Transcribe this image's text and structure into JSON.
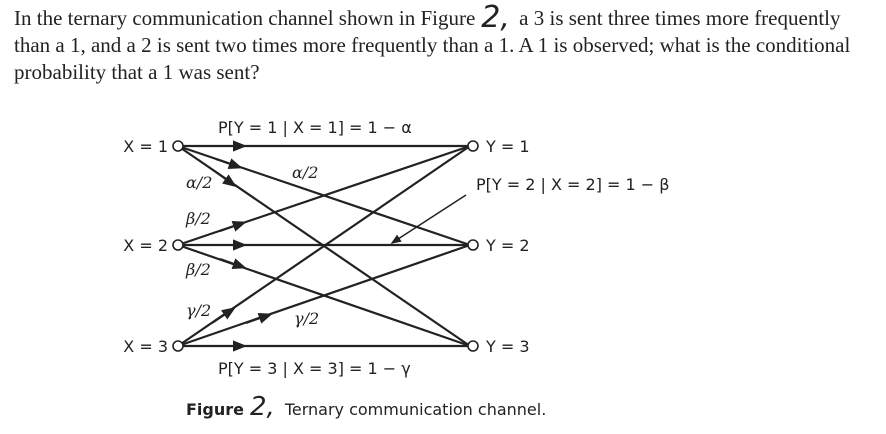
{
  "problem": {
    "part1": "In the ternary communication channel shown in Figure",
    "fig_num": "2,",
    "part2": "a 3 is sent three times more frequently than a 1, and a 2 is sent two times more frequently than a 1. A 1 is observed; what is the conditional probability that a 1 was sent?"
  },
  "diagram": {
    "inputs": [
      "X = 1",
      "X = 2",
      "X = 3"
    ],
    "outputs": [
      "Y = 1",
      "Y = 2",
      "Y = 3"
    ],
    "top_label": "P[Y = 1 | X = 1] = 1 − α",
    "bottom_label": "P[Y = 3 | X = 3] = 1 − γ",
    "right_label": "P[Y = 2 | X = 2] = 1 − β",
    "edge_labels": {
      "alpha_a": "α/2",
      "alpha_b": "α/2",
      "beta_a": "β/2",
      "beta_b": "β/2",
      "gamma_a": "γ/2",
      "gamma_b": "γ/2"
    }
  },
  "caption": {
    "fig_word": "Figure",
    "fig_num": "2,",
    "text": "Ternary communication channel."
  }
}
